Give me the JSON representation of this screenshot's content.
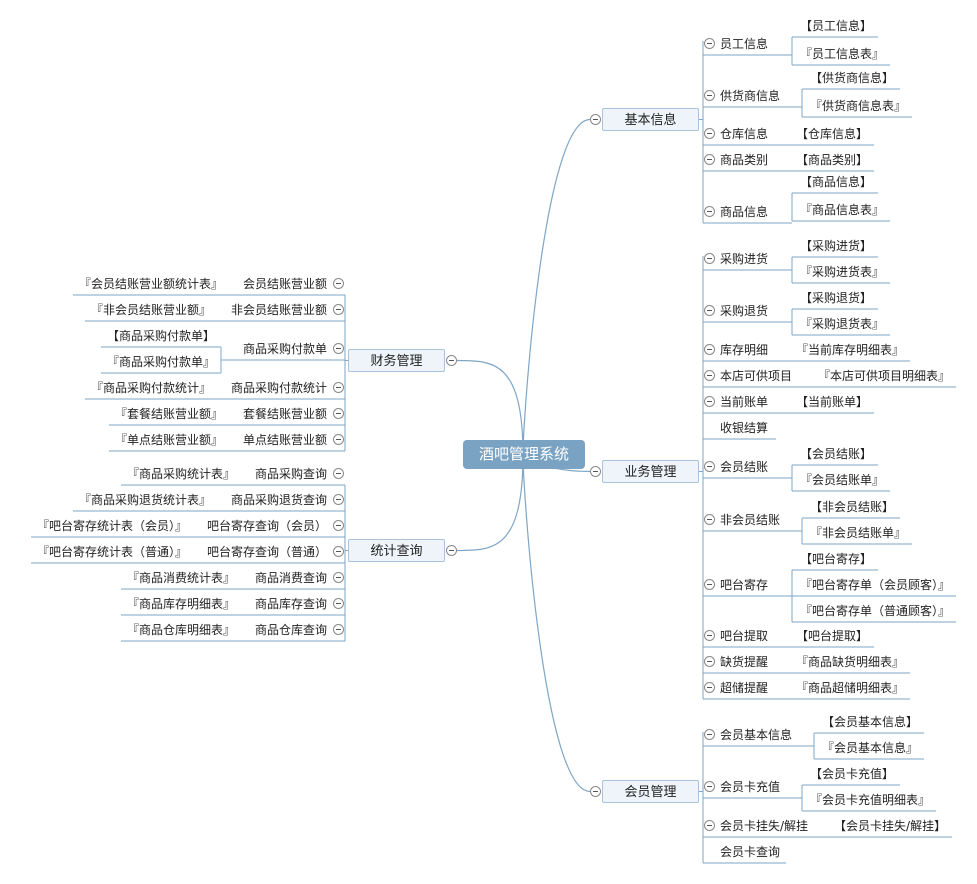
{
  "root": "酒吧管理系统",
  "branches": [
    {
      "id": "jiben",
      "label": "基本信息",
      "children": [
        {
          "label": "员工信息",
          "leaves": [
            "【员工信息】",
            "『员工信息表』"
          ]
        },
        {
          "label": "供货商信息",
          "leaves": [
            "【供货商信息】",
            "『供货商信息表』"
          ]
        },
        {
          "label": "仓库信息",
          "leaves": [
            "【仓库信息】"
          ]
        },
        {
          "label": "商品类别",
          "leaves": [
            "【商品类别】"
          ]
        },
        {
          "label": "商品信息",
          "leaves": [
            "【商品信息】",
            "『商品信息表』"
          ]
        }
      ]
    },
    {
      "id": "yewu",
      "label": "业务管理",
      "children": [
        {
          "label": "采购进货",
          "leaves": [
            "【采购进货】",
            "『采购进货表』"
          ]
        },
        {
          "label": "采购退货",
          "leaves": [
            "【采购退货】",
            "『采购退货表』"
          ]
        },
        {
          "label": "库存明细",
          "leaves": [
            "『当前库存明细表』"
          ]
        },
        {
          "label": "本店可供项目",
          "leaves": [
            "『本店可供项目明细表』"
          ]
        },
        {
          "label": "当前账单",
          "leaves": [
            "【当前账单】"
          ]
        },
        {
          "label": "收银结算",
          "leaves": []
        },
        {
          "label": "会员结账",
          "leaves": [
            "【会员结账】",
            "『会员结账单』"
          ]
        },
        {
          "label": "非会员结账",
          "leaves": [
            "【非会员结账】",
            "『非会员结账单』"
          ]
        },
        {
          "label": "吧台寄存",
          "leaves": [
            "【吧台寄存】",
            "『吧台寄存单（会员顾客）』",
            "『吧台寄存单（普通顾客）』"
          ]
        },
        {
          "label": "吧台提取",
          "leaves": [
            "【吧台提取】"
          ]
        },
        {
          "label": "缺货提醒",
          "leaves": [
            "『商品缺货明细表』"
          ]
        },
        {
          "label": "超储提醒",
          "leaves": [
            "『商品超储明细表』"
          ]
        }
      ]
    },
    {
      "id": "huiyuan",
      "label": "会员管理",
      "children": [
        {
          "label": "会员基本信息",
          "leaves": [
            "【会员基本信息】",
            "『会员基本信息』"
          ]
        },
        {
          "label": "会员卡充值",
          "leaves": [
            "【会员卡充值】",
            "『会员卡充值明细表』"
          ]
        },
        {
          "label": "会员卡挂失/解挂",
          "leaves": [
            "【会员卡挂失/解挂】"
          ]
        },
        {
          "label": "会员卡查询",
          "leaves": []
        }
      ]
    },
    {
      "id": "caiwu",
      "label": "财务管理",
      "children": [
        {
          "label": "会员结账营业额",
          "leaves": [
            "『会员结账营业额统计表』"
          ]
        },
        {
          "label": "非会员结账营业额",
          "leaves": [
            "『非会员结账营业额』"
          ]
        },
        {
          "label": "商品采购付款单",
          "leaves": [
            "【商品采购付款单】",
            "『商品采购付款单』"
          ]
        },
        {
          "label": "商品采购付款统计",
          "leaves": [
            "『商品采购付款统计』"
          ]
        },
        {
          "label": "套餐结账营业额",
          "leaves": [
            "『套餐结账营业额』"
          ]
        },
        {
          "label": "单点结账营业额",
          "leaves": [
            "『单点结账营业额』"
          ]
        }
      ]
    },
    {
      "id": "tongji",
      "label": "统计查询",
      "children": [
        {
          "label": "商品采购查询",
          "leaves": [
            "『商品采购统计表』"
          ]
        },
        {
          "label": "商品采购退货查询",
          "leaves": [
            "『商品采购退货统计表』"
          ]
        },
        {
          "label": "吧台寄存查询（会员）",
          "leaves": [
            "『吧台寄存统计表（会员）』"
          ]
        },
        {
          "label": "吧台寄存查询（普通）",
          "leaves": [
            "『吧台寄存统计表（普通）』"
          ]
        },
        {
          "label": "商品消费查询",
          "leaves": [
            "『商品消费统计表』"
          ]
        },
        {
          "label": "商品库存查询",
          "leaves": [
            "『商品库存明细表』"
          ]
        },
        {
          "label": "商品仓库查询",
          "leaves": [
            "『商品仓库明细表』"
          ]
        }
      ]
    }
  ],
  "colors": {
    "root_bg": "#7aa3c3",
    "branch_bg": "#eef4fa",
    "branch_border": "#a9c3dc",
    "line": "#7fa6c6"
  }
}
